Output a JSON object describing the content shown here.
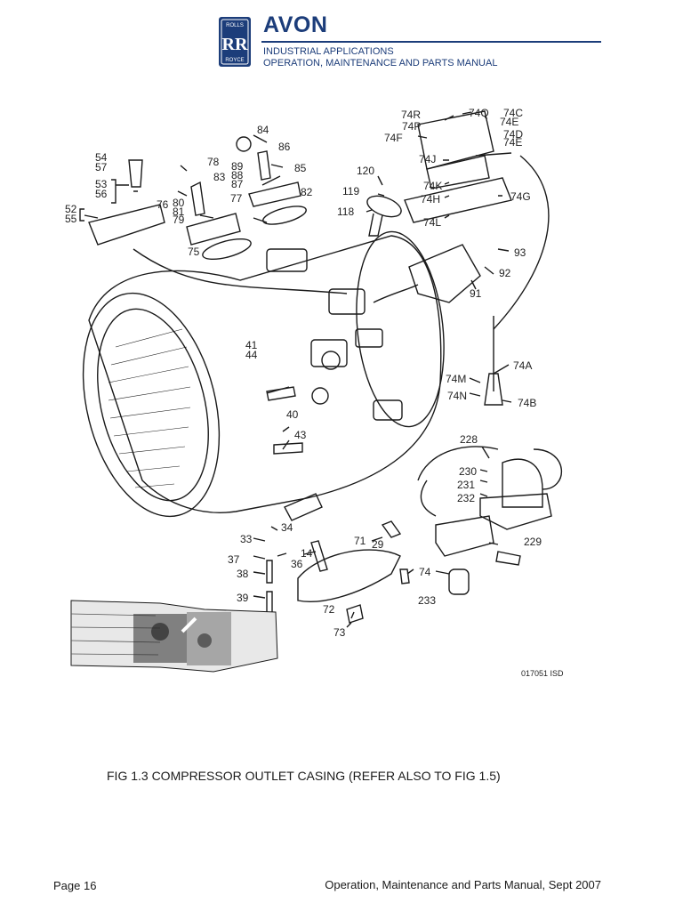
{
  "header": {
    "logo_text": [
      "ROLLS",
      "RR",
      "ROYCE"
    ],
    "title": "AVON",
    "subtitle_1": "INDUSTRIAL APPLICATIONS",
    "subtitle_2": "OPERATION, MAINTENANCE AND PARTS MANUAL"
  },
  "figure": {
    "drawing_id": "017051 ISD",
    "caption": "FIG  1.3 COMPRESSOR OUTLET CASING (REFER ALSO TO FIG 1.5)",
    "part_labels": [
      "74R",
      "74Q",
      "74C",
      "74E",
      "74P",
      "74D",
      "74F",
      "74E",
      "74J",
      "120",
      "74K",
      "74G",
      "119",
      "74H",
      "118",
      "74L",
      "84",
      "86",
      "54",
      "57",
      "78",
      "89",
      "88",
      "87",
      "85",
      "83",
      "53",
      "56",
      "77",
      "82",
      "76",
      "80",
      "81",
      "79",
      "52",
      "55",
      "75",
      "93",
      "92",
      "91",
      "41",
      "44",
      "74A",
      "74M",
      "74N",
      "74B",
      "40",
      "43",
      "228",
      "230",
      "231",
      "232",
      "34",
      "33",
      "29",
      "71",
      "229",
      "14",
      "37",
      "36",
      "74",
      "38",
      "233",
      "72",
      "39",
      "73"
    ]
  },
  "footer": {
    "page": "Page 16",
    "manual": "Operation, Maintenance and Parts Manual, Sept 2007"
  }
}
